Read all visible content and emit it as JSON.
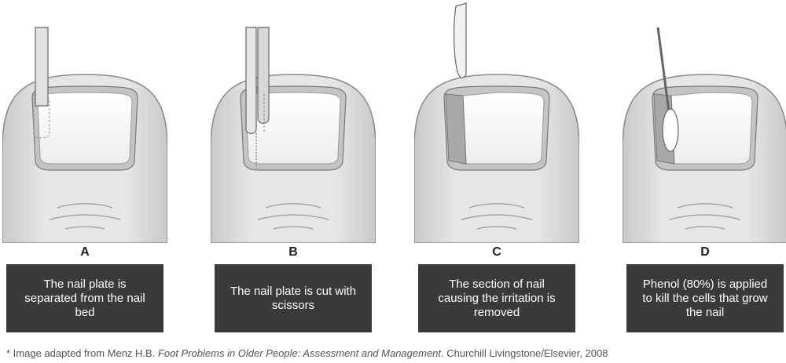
{
  "steps": [
    {
      "letter": "A",
      "caption": "The nail plate is separated from the nail bed"
    },
    {
      "letter": "B",
      "caption": "The nail plate is cut with scissors"
    },
    {
      "letter": "C",
      "caption": "The section of nail causing the irritation is removed"
    },
    {
      "letter": "D",
      "caption": "Phenol (80%) is applied to kill the cells that grow the nail"
    }
  ],
  "citation": {
    "prefix": "* Image adapted from Menz H.B. ",
    "title": "Foot Problems in Older People: Assessment and Management",
    "suffix": ". Churchill Livingstone/Elsevier, 2008"
  },
  "colors": {
    "caption_bg": "#3a3a3a",
    "toe": "#e4e4e4",
    "nail": "#f7f7f7"
  }
}
